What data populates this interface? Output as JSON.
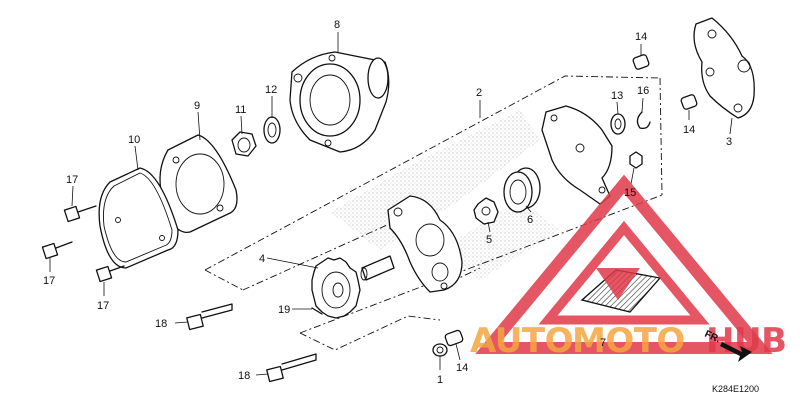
{
  "callouts": {
    "c1": "1",
    "c2": "2",
    "c3": "3",
    "c4": "4",
    "c5": "5",
    "c6": "6",
    "c7": "7",
    "c8": "8",
    "c9": "9",
    "c10": "10",
    "c11": "11",
    "c12": "12",
    "c13": "13",
    "c14a": "14",
    "c14b": "14",
    "c14c": "14",
    "c15": "15",
    "c16": "16",
    "c17a": "17",
    "c17b": "17",
    "c17c": "17",
    "c18a": "18",
    "c18b": "18",
    "c19": "19"
  },
  "diagram_code": "K284E1200",
  "direction_label": "FR.",
  "watermark": {
    "word_part1": "AUTO",
    "word_part2": "MOTO",
    "word_part3": "HUB",
    "color_orange": "#f4a640",
    "color_red": "#e0394a"
  }
}
